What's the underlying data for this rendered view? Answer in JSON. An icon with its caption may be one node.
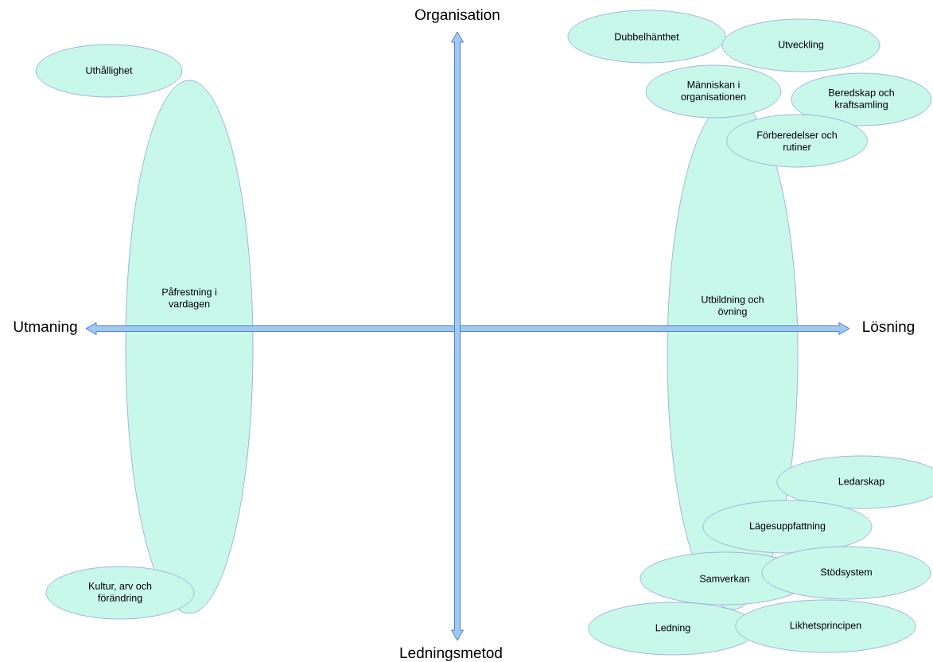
{
  "diagram": {
    "nodes": [
      {
        "text": [
          "Uthållighet"
        ]
      },
      {
        "text": [
          "Påfrestning i vardagen"
        ]
      },
      {
        "text": [
          "Kultur, arv och förändring"
        ]
      },
      {
        "text": [
          "Dubbelhänthet"
        ]
      },
      {
        "text": [
          "Utveckling"
        ]
      },
      {
        "text": [
          "Människan i organisationen"
        ]
      },
      {
        "text": [
          "Beredskap och kraftsamling"
        ]
      },
      {
        "text": [
          "Förberedelser och rutiner"
        ]
      },
      {
        "text": [
          "Utbildning och övning"
        ]
      },
      {
        "text": [
          "Ledarskap"
        ]
      },
      {
        "text": [
          "Lägesuppfattning"
        ]
      },
      {
        "text": [
          "Samverkan"
        ]
      },
      {
        "text": [
          "Stödsystem"
        ]
      },
      {
        "text": [
          "Ledning"
        ]
      },
      {
        "text": [
          "Likhetsprincipen"
        ]
      }
    ],
    "labels": [
      "Organisation",
      "Utmaning",
      "Lösning",
      "Ledningsmetod"
    ]
  }
}
